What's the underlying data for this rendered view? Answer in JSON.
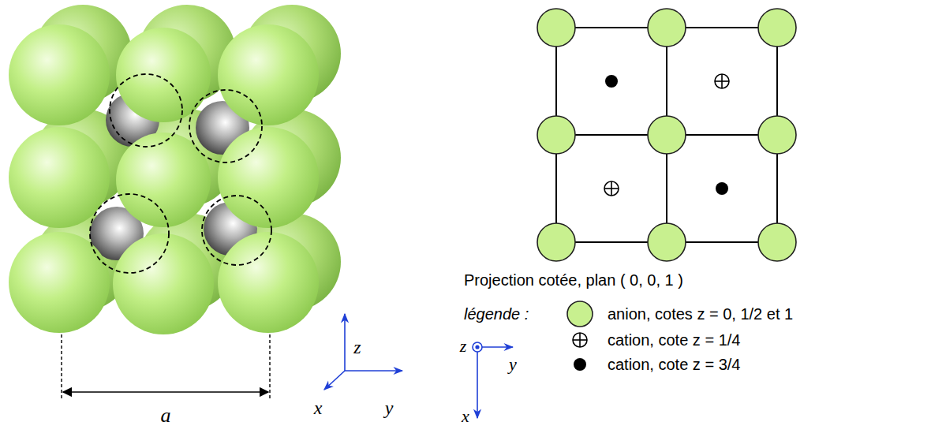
{
  "diagram": {
    "labels": [
      "a",
      "z",
      "x",
      "y",
      "Projection cotée, plan ( 0, 0, 1 )",
      "légende :",
      "z",
      "y",
      "x"
    ],
    "legend": [
      {
        "text": "anion, cotes z = 0, 1/2 et 1",
        "color": "#c8f08f"
      },
      {
        "text": "cation, cote z = 1/4"
      },
      {
        "text": "cation, cote z = 3/4"
      }
    ]
  }
}
